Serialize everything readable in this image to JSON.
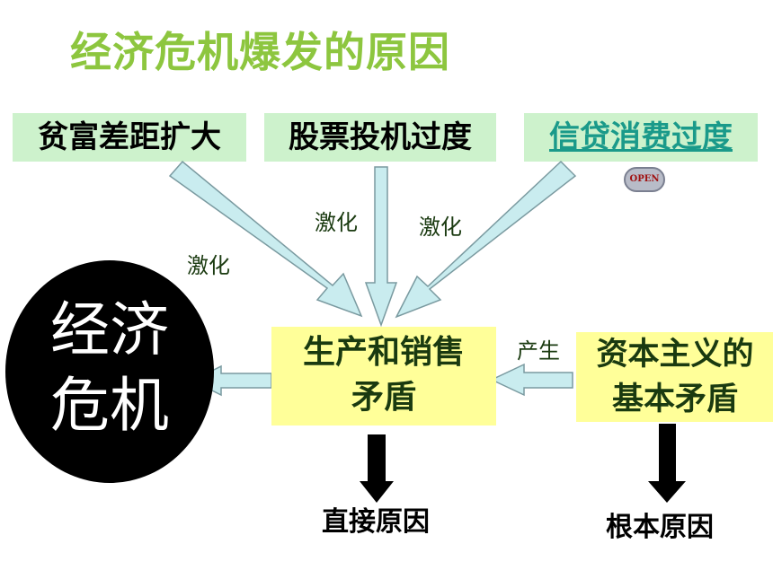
{
  "title": "经济危机爆发的原因",
  "top_boxes": {
    "left": "贫富差距扩大",
    "center": "股票投机过度",
    "right": "信贷消费过度"
  },
  "open_button": "OPEN",
  "arrow_labels": {
    "left": "激化",
    "center": "激化",
    "right": "激化",
    "produce": "产生"
  },
  "middle_box": [
    "生产和销售",
    "矛盾"
  ],
  "right_box": [
    "资本主义的",
    "基本矛盾"
  ],
  "circle": [
    "经济",
    "危机"
  ],
  "bottom_labels": {
    "direct": "直接原因",
    "root": "根本原因"
  },
  "colors": {
    "title": "#8dc63f",
    "top_box_bg": "#cdf2cc",
    "yellow_box_bg": "#ffff99",
    "arrow_fill": "#c9ecef",
    "arrow_stroke": "#7a9aa0"
  }
}
